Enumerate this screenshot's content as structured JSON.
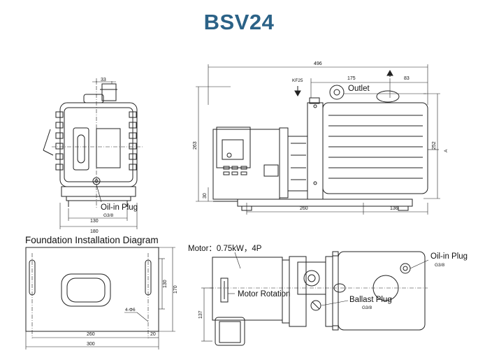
{
  "title": "BSV24",
  "colors": {
    "title": "#2b6287",
    "line": "#222222",
    "ink": "#111111"
  },
  "section_label": "Foundation Installation Diagram",
  "front_view": {
    "labels": {
      "oil_in_plug": "Oil-in Plug",
      "thread": "G3/8"
    },
    "dims": {
      "top": "33",
      "inner_width": "130",
      "outer_width": "180"
    }
  },
  "side_view": {
    "labels": {
      "outlet": "Outlet",
      "kf": "KF25",
      "section": "A"
    },
    "dims": {
      "overall": "496",
      "d175": "175",
      "d83": "83",
      "height": "263",
      "height2": "252",
      "base_h": "30",
      "foot_span": "260",
      "foot_right": "136"
    }
  },
  "foundation_view": {
    "labels": {
      "holes": "4-Φ6"
    },
    "dims": {
      "inner_h": "130",
      "outer_h": "170",
      "inner_w": "260",
      "edge": "20",
      "outer_w": "300"
    }
  },
  "top_view": {
    "labels": {
      "motor": "Motor：0.75kW，4P",
      "motor_rotation": "Motor Rotation",
      "ballast_plug": "Ballast Plug",
      "ballast_thread": "G3/8",
      "oil_in_plug": "Oil-in Plug",
      "oil_thread": "G3/8"
    },
    "dims": {
      "d137": "137"
    }
  }
}
